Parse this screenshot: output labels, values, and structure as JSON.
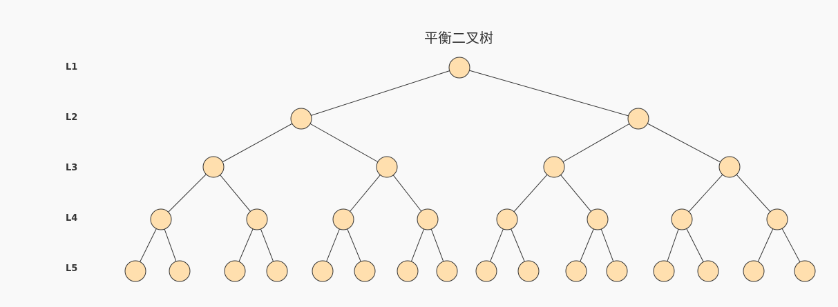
{
  "diagram": {
    "title": "平衡二叉树",
    "levels": [
      "L1",
      "L2",
      "L3",
      "L4",
      "L5"
    ],
    "node_fill": "#ffdfae",
    "node_stroke": "#333333",
    "edge_color": "#333333"
  }
}
